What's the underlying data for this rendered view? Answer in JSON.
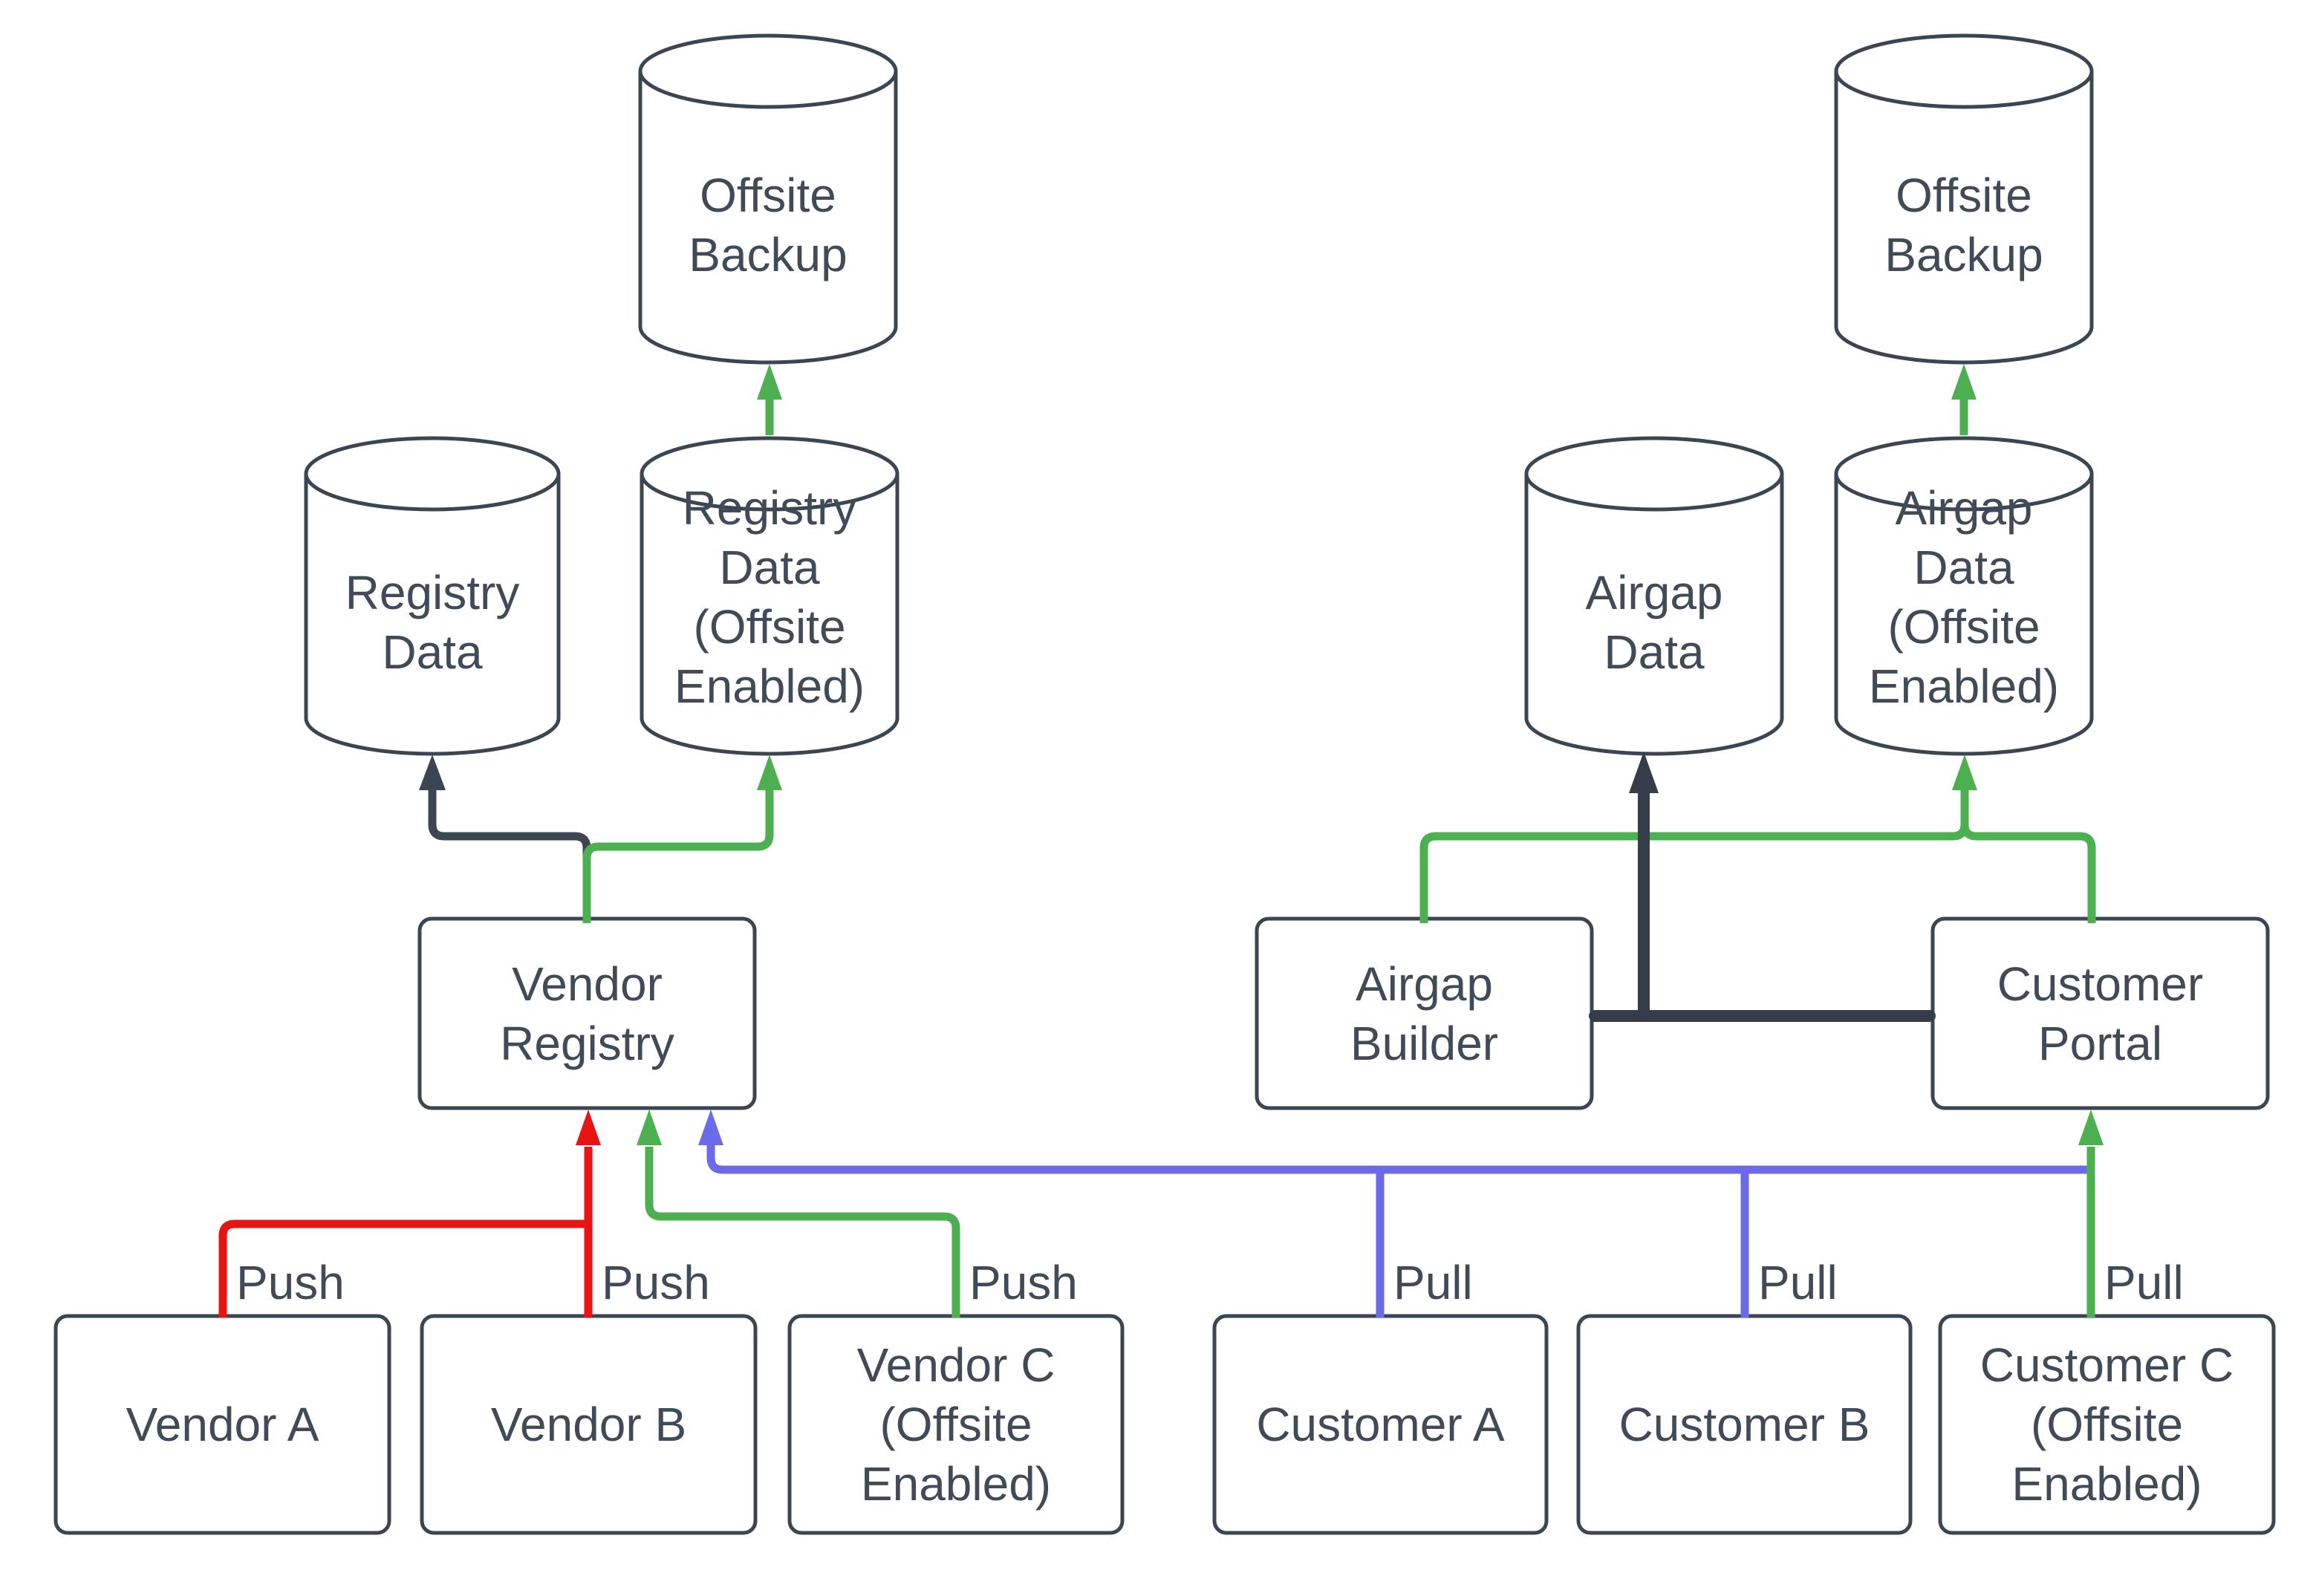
{
  "diagram": {
    "colors": {
      "shape_outline": "#3C4653",
      "thick_connector": "#343D49",
      "text": "#414B57",
      "push_red": "#E81313",
      "offsite_green": "#4CAF50",
      "pull_blue": "#6B6BE8",
      "background": "#FFFFFF"
    },
    "nodes": {
      "offsite_backup_left": {
        "label": "Offsite\nBackup",
        "shape": "cylinder"
      },
      "registry_data": {
        "label": "Registry\nData",
        "shape": "cylinder"
      },
      "registry_data_offsite": {
        "label": "Registry\nData\n(Offsite\nEnabled)",
        "shape": "cylinder"
      },
      "offsite_backup_right": {
        "label": "Offsite\nBackup",
        "shape": "cylinder"
      },
      "airgap_data": {
        "label": "Airgap\nData",
        "shape": "cylinder"
      },
      "airgap_data_offsite": {
        "label": "Airgap\nData\n(Offsite\nEnabled)",
        "shape": "cylinder"
      },
      "vendor_registry": {
        "label": "Vendor\nRegistry",
        "shape": "box"
      },
      "airgap_builder": {
        "label": "Airgap\nBuilder",
        "shape": "box"
      },
      "customer_portal": {
        "label": "Customer\nPortal",
        "shape": "box"
      },
      "vendor_a": {
        "label": "Vendor A",
        "shape": "box"
      },
      "vendor_b": {
        "label": "Vendor B",
        "shape": "box"
      },
      "vendor_c": {
        "label": "Vendor C\n(Offsite\nEnabled)",
        "shape": "box"
      },
      "customer_a": {
        "label": "Customer A",
        "shape": "box"
      },
      "customer_b": {
        "label": "Customer B",
        "shape": "box"
      },
      "customer_c": {
        "label": "Customer C\n(Offsite\nEnabled)",
        "shape": "box"
      }
    },
    "edge_labels": {
      "vendor_a_push": "Push",
      "vendor_b_push": "Push",
      "vendor_c_push": "Push",
      "customer_a_pull": "Pull",
      "customer_b_pull": "Pull",
      "customer_c_pull": "Pull"
    }
  }
}
